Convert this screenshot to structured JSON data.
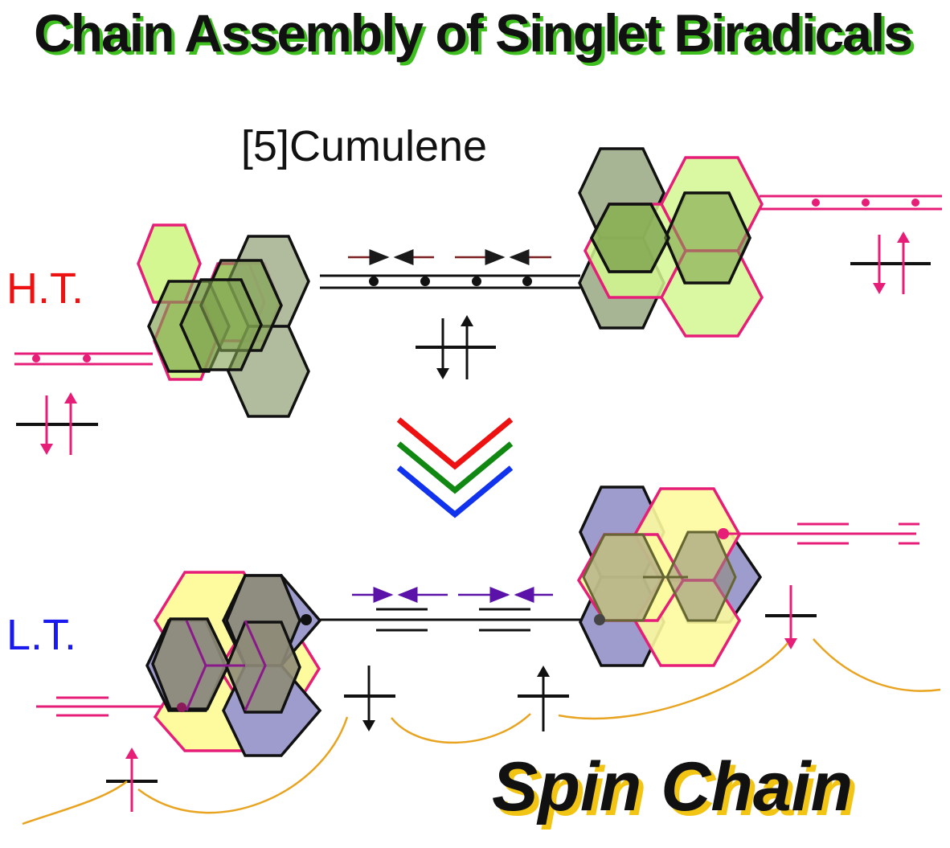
{
  "title": "Chain Assembly of Singlet Biradicals",
  "molecule_label": "[5]Cumulene",
  "ht_label": "H.T.",
  "lt_label": "L.T.",
  "spin_chain_label": "Spin Chain",
  "colors": {
    "title_fill": "#111111",
    "title_shadow": "#3fbf1f",
    "ht": "#ee1111",
    "lt": "#1a1aee",
    "pink": "#e61e78",
    "hex_green_light": "#d4f791",
    "hex_gray_green": "#a8b595",
    "hex_green_dark": "#7ea24e",
    "hex_yellow": "#fdfb9e",
    "hex_blue": "#9d9ccd",
    "hex_gray": "#8e8b78",
    "chevron_red": "#ee1111",
    "chevron_green": "#118811",
    "chevron_blue": "#1133ee",
    "spin_chain_shadow": "#f2c414",
    "arrow_brown": "#7a2020",
    "arrow_purple": "#6a1ab0"
  },
  "icons": {
    "transition": "triple-chevron-down-icon",
    "spin_pair": "up-down-spin-pair-icon",
    "spin_up": "spin-up-icon",
    "spin_down": "spin-down-icon"
  }
}
